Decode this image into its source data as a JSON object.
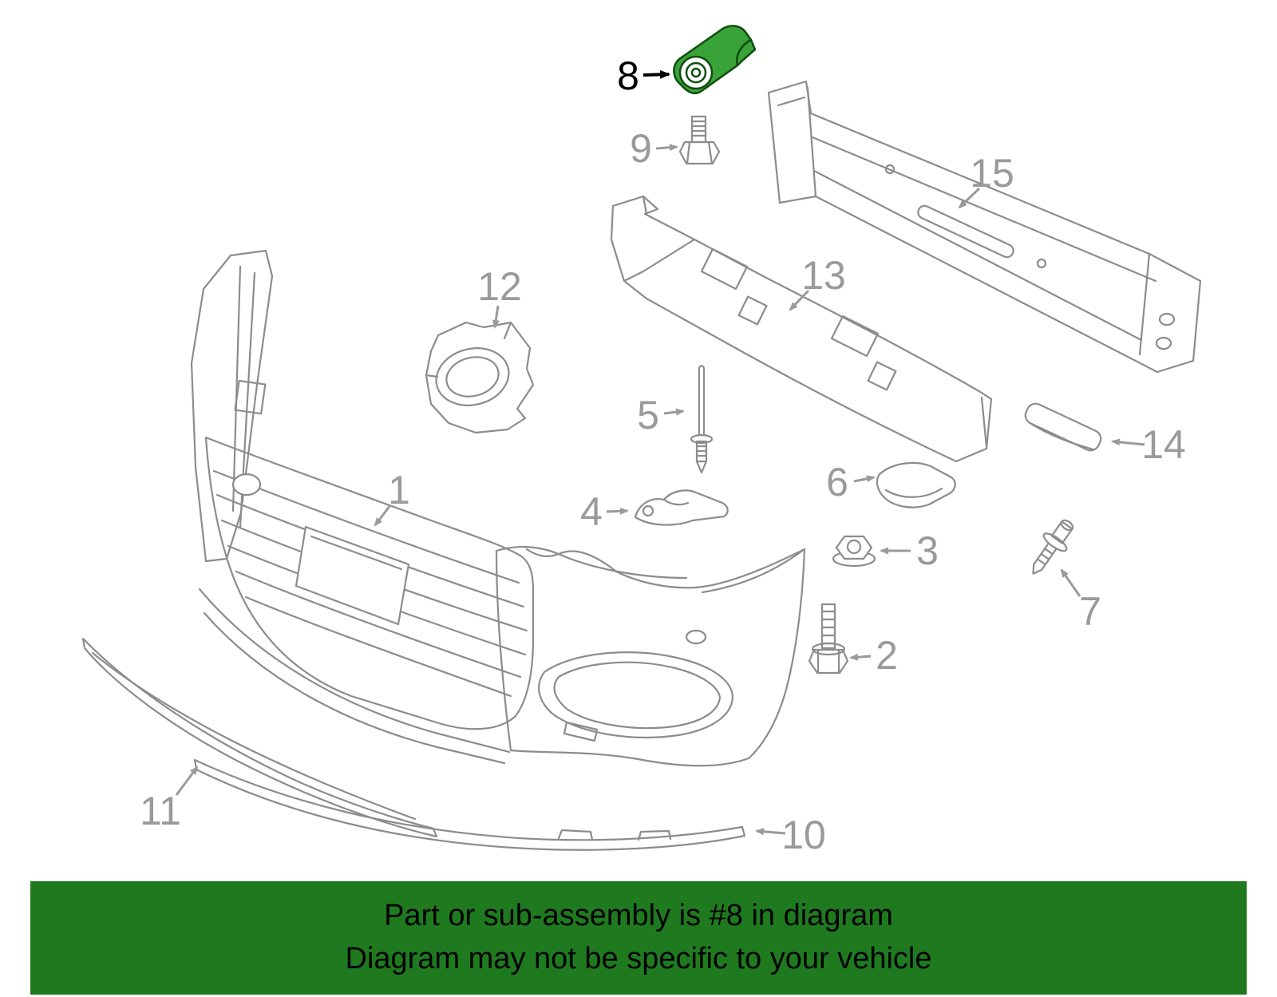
{
  "banner": {
    "line1": "Part or sub-assembly is #8 in diagram",
    "line2": "Diagram may not be specific to your vehicle"
  },
  "highlighted_part": "8",
  "colors": {
    "banner_bg": "#1f7a1f",
    "banner_text": "#000000",
    "diagram_line": "#8c8c8c",
    "label_text": "#9a9a9a",
    "highlight_label_text": "#000000",
    "highlight_fill": "#39a339",
    "highlight_stroke": "#0e4d0e",
    "background": "#ffffff"
  },
  "callouts": [
    {
      "label": "1"
    },
    {
      "label": "2"
    },
    {
      "label": "3"
    },
    {
      "label": "4"
    },
    {
      "label": "5"
    },
    {
      "label": "6"
    },
    {
      "label": "7"
    },
    {
      "label": "8"
    },
    {
      "label": "9"
    },
    {
      "label": "10"
    },
    {
      "label": "11"
    },
    {
      "label": "12"
    },
    {
      "label": "13"
    },
    {
      "label": "14"
    },
    {
      "label": "15"
    }
  ]
}
